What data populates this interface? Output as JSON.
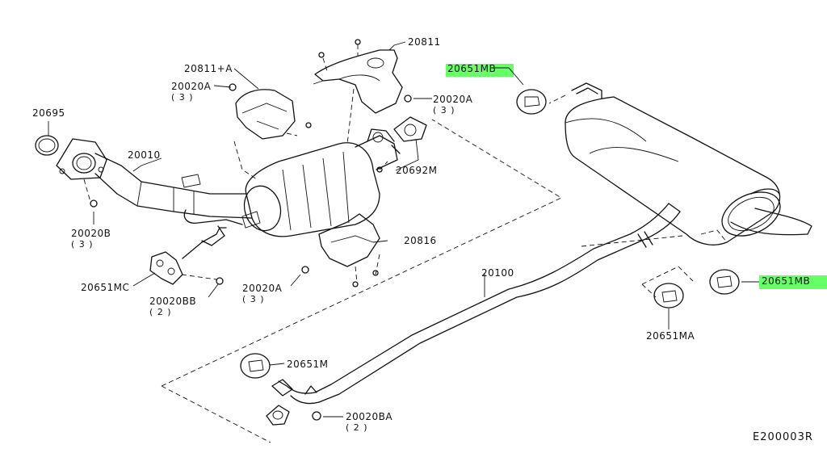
{
  "diagram": {
    "code": "E200003R",
    "highlight_color": "#66ff66",
    "labels": {
      "p20811": "20811",
      "p20811a": "20811+A",
      "p20020a_1": "20020A",
      "p20020a_1_qty": "( 3 )",
      "p20020a_2": "20020A",
      "p20020a_2_qty": "( 3 )",
      "p20020a_3": "20020A",
      "p20020a_3_qty": "( 3 )",
      "p20695": "20695",
      "p20010": "20010",
      "p20692m": "20692M",
      "p20816": "20816",
      "p20020b": "20020B",
      "p20020b_qty": "( 3 )",
      "p20651mc": "20651MC",
      "p20020bb": "20020BB",
      "p20020bb_qty": "( 2 )",
      "p20100": "20100",
      "p20651mb_top": "20651MB",
      "p20651mb_right": "20651MB",
      "p20651ma": "20651MA",
      "p20651m": "20651M",
      "p20020ba": "20020BA",
      "p20020ba_qty": "( 2 )"
    }
  }
}
